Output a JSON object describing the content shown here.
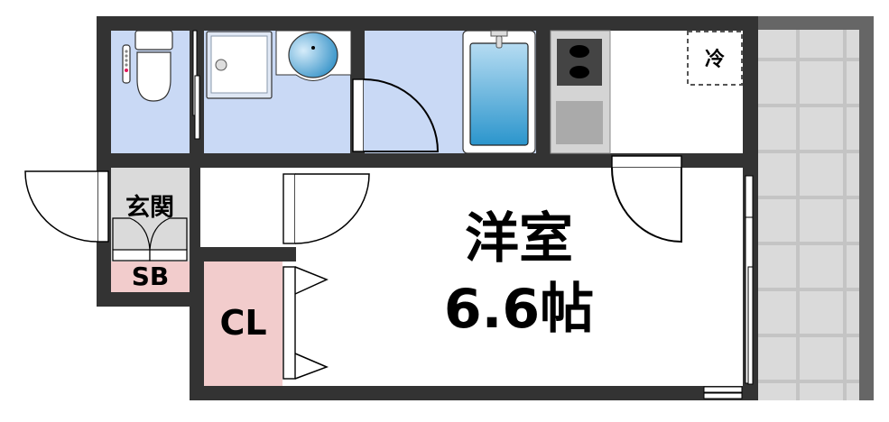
{
  "floorplan": {
    "rooms": {
      "western_room": {
        "label_line1": "洋室",
        "label_line2": "6.6帖"
      },
      "entrance": {
        "label": "玄関"
      },
      "shoe_box": {
        "label": "SB"
      },
      "closet": {
        "label": "CL"
      },
      "refrigerator": {
        "label": "冷"
      }
    },
    "colors": {
      "wall": "#333333",
      "wet_area": "#c9d9f5",
      "storage": "#f2cccc",
      "entrance_floor": "#dadada",
      "balcony": "#dadada",
      "balcony_frame": "#666666"
    }
  }
}
